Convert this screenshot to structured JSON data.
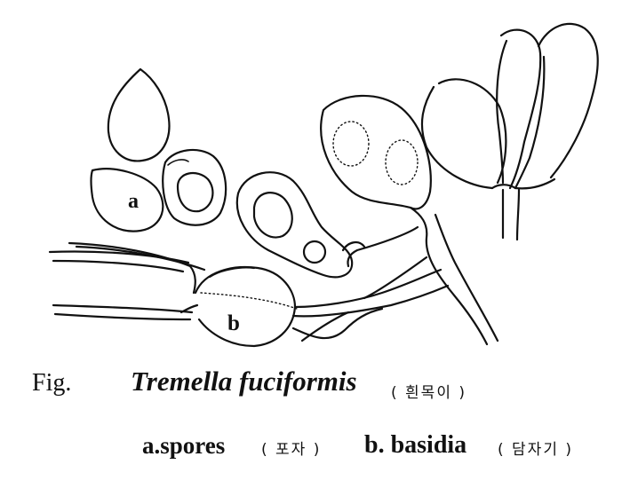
{
  "labels": {
    "spore_marker": "a",
    "basidium_marker": "b"
  },
  "caption": {
    "fig": "Fig.",
    "species": "Tremella fuciformis",
    "species_korean": "( 흰목이 )",
    "spores": "a.spores",
    "spores_korean": "( 포자 )",
    "basidia": "b. basidia",
    "basidia_korean": "( 담자기 )"
  }
}
